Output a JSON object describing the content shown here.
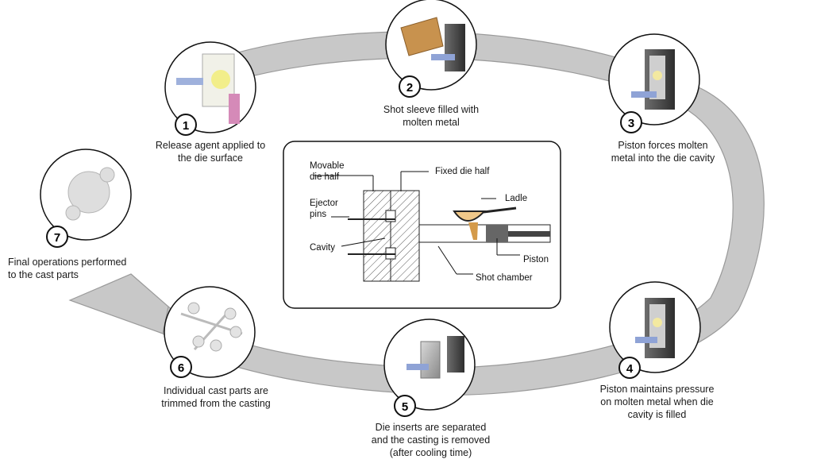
{
  "steps": [
    {
      "number": "1",
      "caption": "Release agent applied to\nthe die surface"
    },
    {
      "number": "2",
      "caption": "Shot sleeve filled with\nmolten metal"
    },
    {
      "number": "3",
      "caption": "Piston forces molten\nmetal into the die cavity"
    },
    {
      "number": "4",
      "caption": "Piston maintains pressure\non molten metal when die\ncavity is filled"
    },
    {
      "number": "5",
      "caption": "Die inserts are separated\nand the casting is removed\n(after cooling time)"
    },
    {
      "number": "6",
      "caption": "Individual cast parts are\ntrimmed from the casting"
    },
    {
      "number": "7",
      "caption": "Final operations performed\nto the cast parts"
    }
  ],
  "schematic": {
    "movable_die_half": "Movable\ndie half",
    "fixed_die_half": "Fixed die half",
    "ladle": "Ladle",
    "ejector_pins": "Ejector\npins",
    "cavity": "Cavity",
    "piston": "Piston",
    "shot_chamber": "Shot chamber"
  }
}
